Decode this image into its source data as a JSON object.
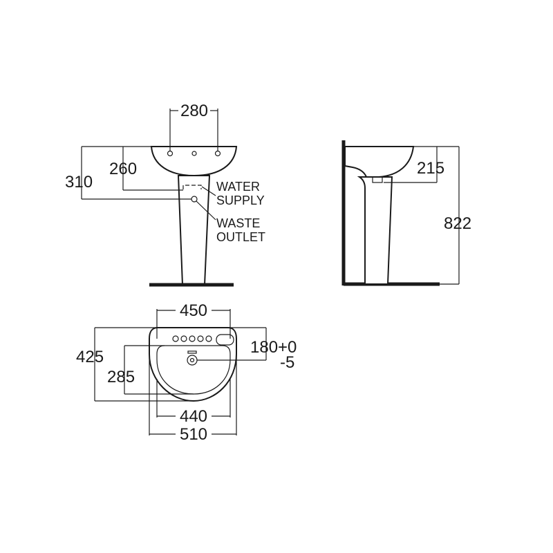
{
  "front_view": {
    "dim_tap_spacing": "280",
    "dim_total_height": "310",
    "dim_supply_height": "260",
    "label_water_supply_line1": "WATER",
    "label_water_supply_line2": "SUPPLY",
    "label_waste_outlet_line1": "WASTE",
    "label_waste_outlet_line2": "OUTLET"
  },
  "side_view": {
    "dim_projection": "215",
    "dim_overall_height": "822"
  },
  "plan_view": {
    "dim_width_top": "450",
    "dim_depth_outer": "425",
    "dim_depth_inner": "285",
    "dim_outlet_offset": "180+0",
    "dim_outlet_tolerance": "-5",
    "dim_bowl_width": "440",
    "dim_overall_width": "510"
  }
}
